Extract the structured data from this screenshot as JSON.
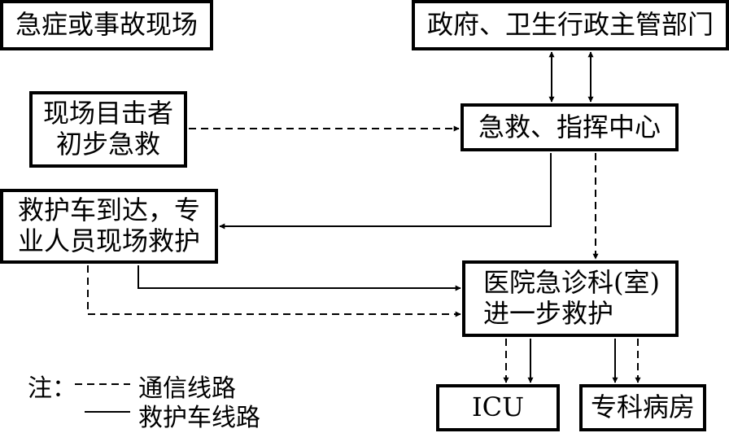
{
  "nodes": {
    "emergency_scene": "急症或事故现场",
    "government": "政府、卫生行政主管部门",
    "witness_line1": "现场目击者",
    "witness_line2": "初步急救",
    "command_center": "急救、指挥中心",
    "ambulance_line1": "救护车到达，专",
    "ambulance_line2": "业人员现场救护",
    "hospital_line1": "医院急诊科(室)",
    "hospital_line2": "进一步救护",
    "icu": "ICU",
    "specialty_ward": "专科病房"
  },
  "legend": {
    "prefix": "注：",
    "dashed_label": "通信线路",
    "solid_label": "救护车线路"
  }
}
